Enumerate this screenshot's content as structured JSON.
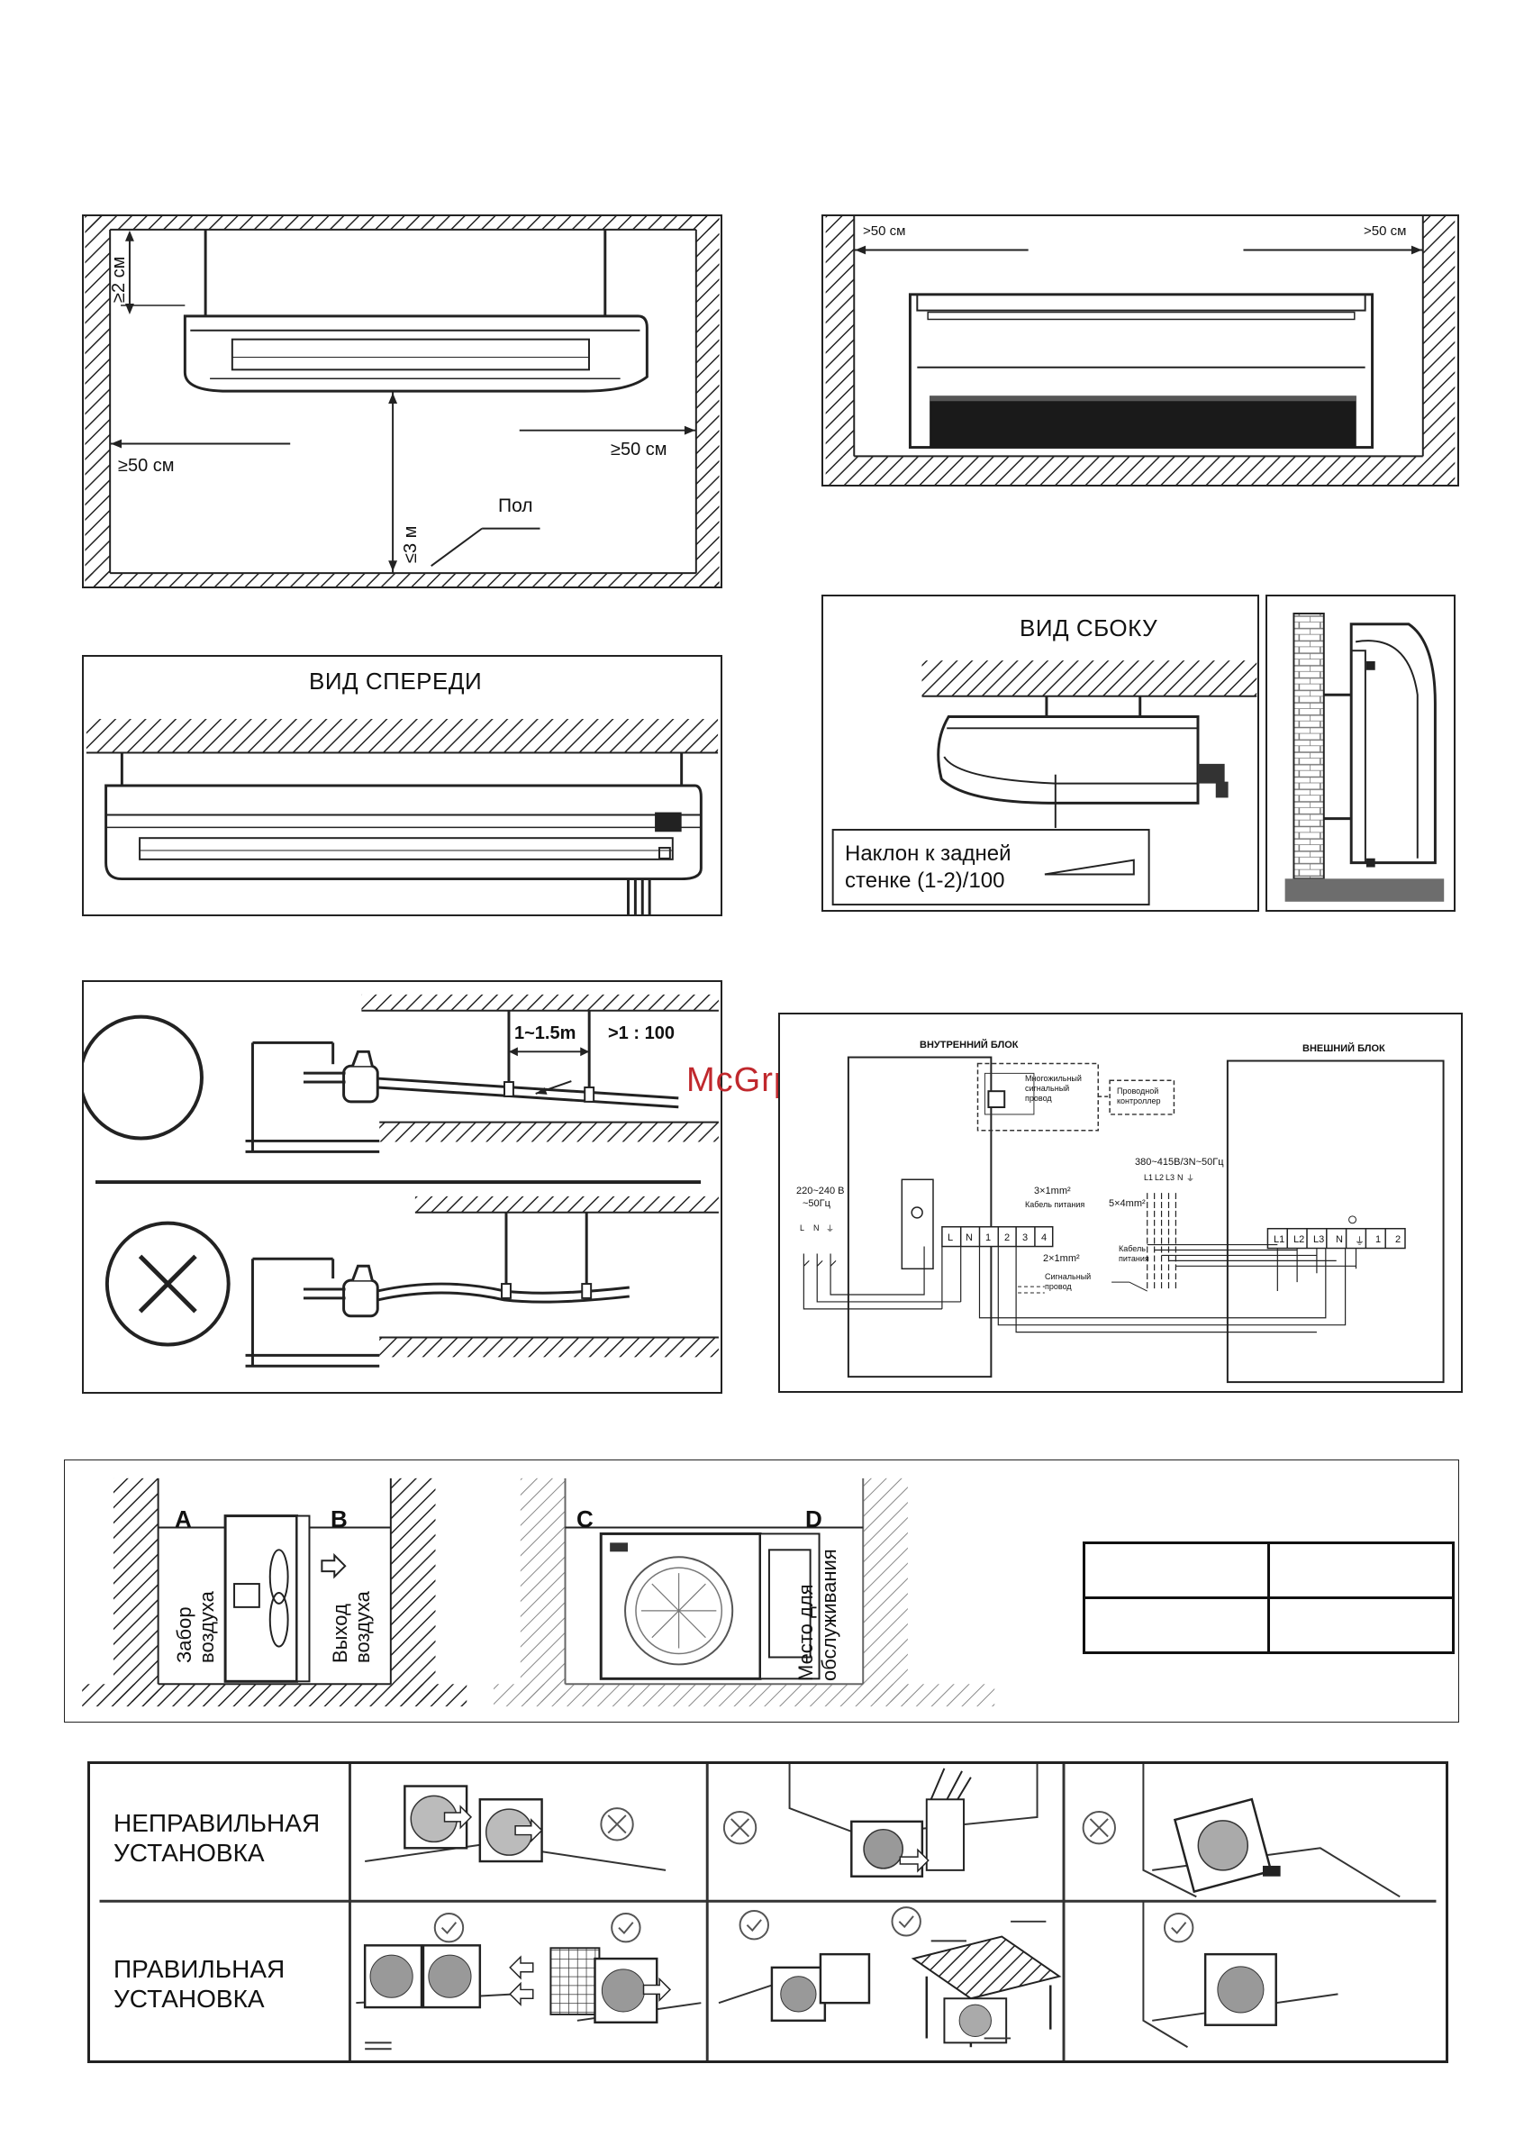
{
  "p1": {
    "top_clear": "≥2 см",
    "left_clear": "≥50 см",
    "right_clear": "≥50 см",
    "height": "≤3 м",
    "floor": "Пол"
  },
  "p2": {
    "left_clear": ">50 см",
    "right_clear": ">50 см"
  },
  "p3": {
    "title": "ВИД СПЕРЕДИ"
  },
  "p4": {
    "title": "ВИД СБОКУ",
    "slope_line1": "Наклон к задней",
    "slope_line2": "стенке (1-2)/100"
  },
  "p6": {
    "spacing": "1~1.5m",
    "slope": ">1 : 100"
  },
  "watermark": "McGrp.Ru",
  "wiring": {
    "indoor": "ВНУТРЕННИЙ БЛОК",
    "outdoor": "ВНЕШНИЙ БЛОК",
    "signal_multi_1": "Многожильный",
    "signal_multi_2": "сигнальный",
    "signal_multi_3": "провод",
    "wired_ctrl_1": "Проводной",
    "wired_ctrl_2": "контроллер",
    "supply_in_1": "220~240 В",
    "supply_in_2": "~50Гц",
    "supply_out": "380~415В/3N~50Гц",
    "cable_3x1": "3×1mm²",
    "power_cable": "Кабель питания",
    "cable_5x4": "5×4mm²",
    "cable_2x1": "2×1mm²",
    "signal_wire_1": "Сигнальный",
    "signal_wire_2": "провод",
    "power_cable_out_1": "Кабель",
    "power_cable_out_2": "питания",
    "terminals_in": [
      "L",
      "N",
      "1",
      "2",
      "3",
      "4"
    ],
    "terminals_out": [
      "L1",
      "L2",
      "L3",
      "N",
      "⏚",
      "1",
      "2"
    ],
    "supply_in_marks": [
      "L",
      "N",
      "⏚"
    ],
    "supply_out_marks": [
      "L1",
      "L2",
      "L3",
      "N",
      "⏚"
    ]
  },
  "outdoor_clear": {
    "a": "A",
    "b": "B",
    "c": "C",
    "d": "D",
    "intake_1": "Забор",
    "intake_2": "воздуха",
    "exhaust_1": "Выход",
    "exhaust_2": "воздуха",
    "service_1": "Место для",
    "service_2": "обслуживания"
  },
  "install": {
    "wrong_1": "НЕПРАВИЛЬНАЯ",
    "wrong_2": "УСТАНОВКА",
    "right_1": "ПРАВИЛЬНАЯ",
    "right_2": "УСТАНОВКА"
  }
}
